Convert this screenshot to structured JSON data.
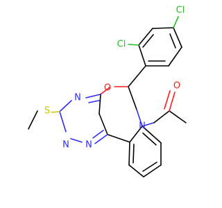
{
  "atoms": {
    "cl_top": "Cl",
    "cl_left": "Cl",
    "o_carbonyl": "O",
    "o_ring": "O",
    "n_ring": "N",
    "n_triazine_1": "N",
    "n_triazine_2": "N",
    "n_triazine_3": "N",
    "s_methylthio": "S"
  },
  "colors": {
    "carbon_bond": "#000000",
    "nitrogen": "#2c2cf2",
    "oxygen": "#ff1a1a",
    "chlorine": "#1fbf1f",
    "sulfur": "#c8c800"
  }
}
